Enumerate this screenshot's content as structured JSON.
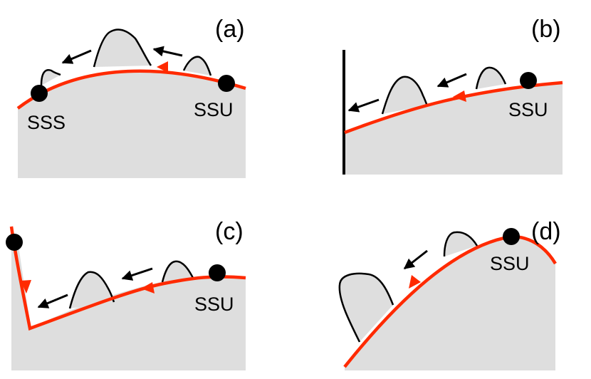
{
  "panels": {
    "a": {
      "label": "(a)",
      "points": {
        "left": "SSS",
        "right": "SSU"
      }
    },
    "b": {
      "label": "(b)",
      "points": {
        "right": "SSU"
      }
    },
    "c": {
      "label": "(c)",
      "points": {
        "right": "SSU"
      }
    },
    "d": {
      "label": "(d)",
      "points": {
        "top": "SSU"
      }
    }
  },
  "colors": {
    "fill": "#dedede",
    "trajectory": "#ff2a00",
    "outline": "#000000",
    "point": "#000000"
  }
}
